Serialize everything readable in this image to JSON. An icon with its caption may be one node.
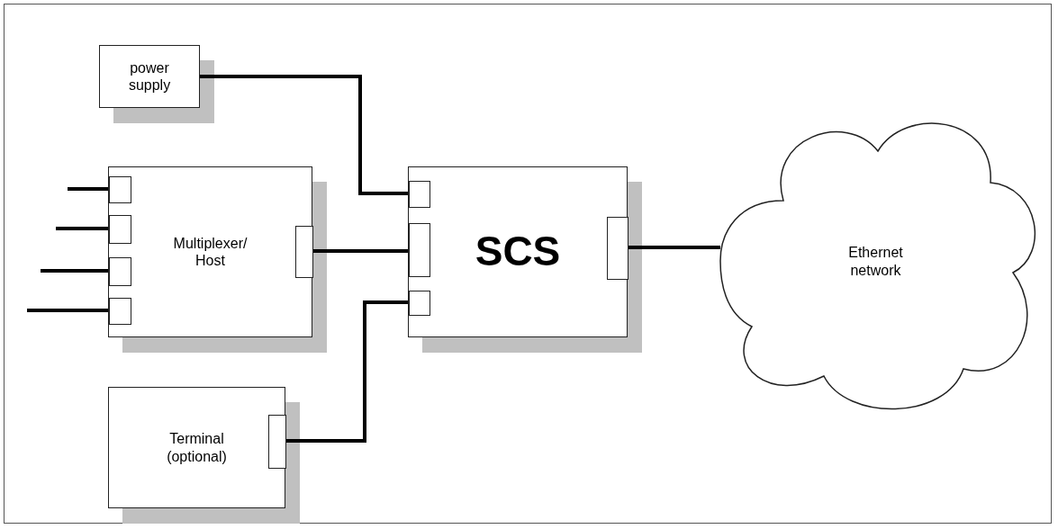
{
  "diagram": {
    "nodes": [
      {
        "text": [
          "power supply"
        ]
      },
      {
        "text": [
          "Multiplexer/ Host"
        ]
      },
      {
        "text": [],
        "shape": "box",
        "in": 1
      },
      {
        "text": [],
        "shape": "box",
        "in": 1
      },
      {
        "text": [],
        "shape": "box",
        "in": 1
      },
      {
        "text": [],
        "shape": "box",
        "in": 1
      },
      {
        "text": [],
        "shape": "box",
        "in": 1
      },
      {
        "text": [
          "SCS"
        ]
      },
      {
        "text": [],
        "shape": "box",
        "in": 7
      },
      {
        "text": [],
        "shape": "box",
        "in": 7
      },
      {
        "text": [],
        "shape": "box",
        "in": 7
      },
      {
        "text": [],
        "shape": "box",
        "in": 7
      },
      {
        "text": [
          "Terminal (optional)"
        ]
      },
      {
        "text": [],
        "shape": "box",
        "in": 12
      },
      {
        "text": [
          "Ethernet network"
        ]
      }
    ],
    "edges": [
      {
        "from": 0,
        "to": 8,
        "arrow": "none"
      },
      {
        "from": 6,
        "to": 9,
        "arrow": "none"
      },
      {
        "from": 13,
        "to": 10,
        "arrow": "none"
      },
      {
        "from": 11,
        "to": 14,
        "arrow": "none"
      },
      {
        "from": null,
        "to": 2,
        "arrow": "none"
      },
      {
        "from": null,
        "to": 3,
        "arrow": "none"
      },
      {
        "from": null,
        "to": 4,
        "arrow": "none"
      },
      {
        "from": null,
        "to": 5,
        "arrow": "none"
      }
    ]
  }
}
